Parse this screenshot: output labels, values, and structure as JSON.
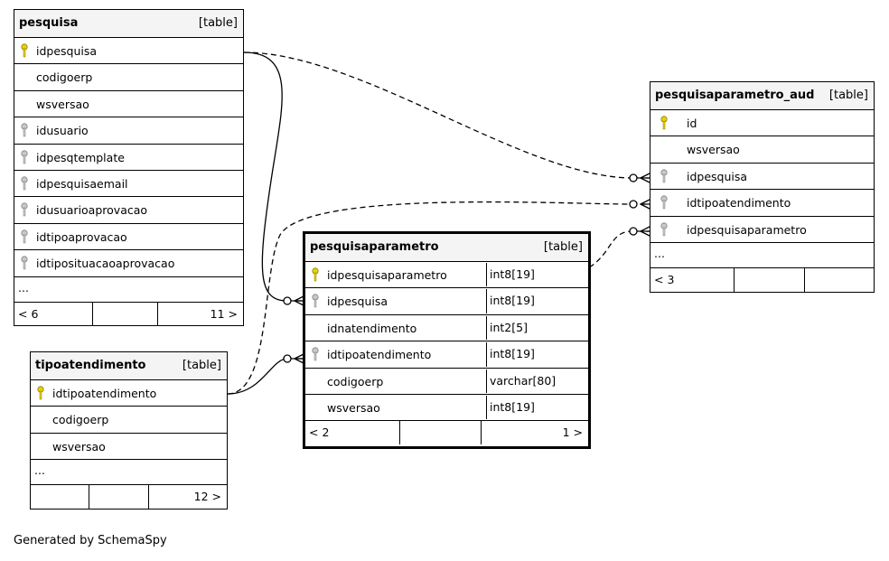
{
  "footer_text": "Generated by SchemaSpy",
  "tables": {
    "pesquisa": {
      "name": "pesquisa",
      "type": "[table]",
      "columns": [
        "idpesquisa",
        "codigoerp",
        "wsversao",
        "idusuario",
        "idpesqtemplate",
        "idpesquisaemail",
        "idusuarioaprovacao",
        "idtipoaprovacao",
        "idtiposituacaoaprovacao"
      ],
      "more": "...",
      "footer_left": "< 6",
      "footer_right": "11 >"
    },
    "tipoatendimento": {
      "name": "tipoatendimento",
      "type": "[table]",
      "columns": [
        "idtipoatendimento",
        "codigoerp",
        "wsversao"
      ],
      "more": "...",
      "footer_left": "",
      "footer_right": "12 >"
    },
    "pesquisaparametro": {
      "name": "pesquisaparametro",
      "type": "[table]",
      "columns": [
        "idpesquisaparametro",
        "idpesquisa",
        "idnatendimento",
        "idtipoatendimento",
        "codigoerp",
        "wsversao"
      ],
      "types": [
        "int8[19]",
        "int8[19]",
        "int2[5]",
        "int8[19]",
        "varchar[80]",
        "int8[19]"
      ],
      "footer_left": "< 2",
      "footer_right": "1 >"
    },
    "pesquisaparametro_aud": {
      "name": "pesquisaparametro_aud",
      "type": "[table]",
      "columns": [
        "id",
        "wsversao",
        "idpesquisa",
        "idtipoatendimento",
        "idpesquisaparametro"
      ],
      "more": "...",
      "footer_left": "< 3",
      "footer_right": ""
    }
  },
  "colors": {
    "primary_key": "#e6d200",
    "foreign_key": "#a0a0a0",
    "header_bg": "#f4f4f4"
  }
}
